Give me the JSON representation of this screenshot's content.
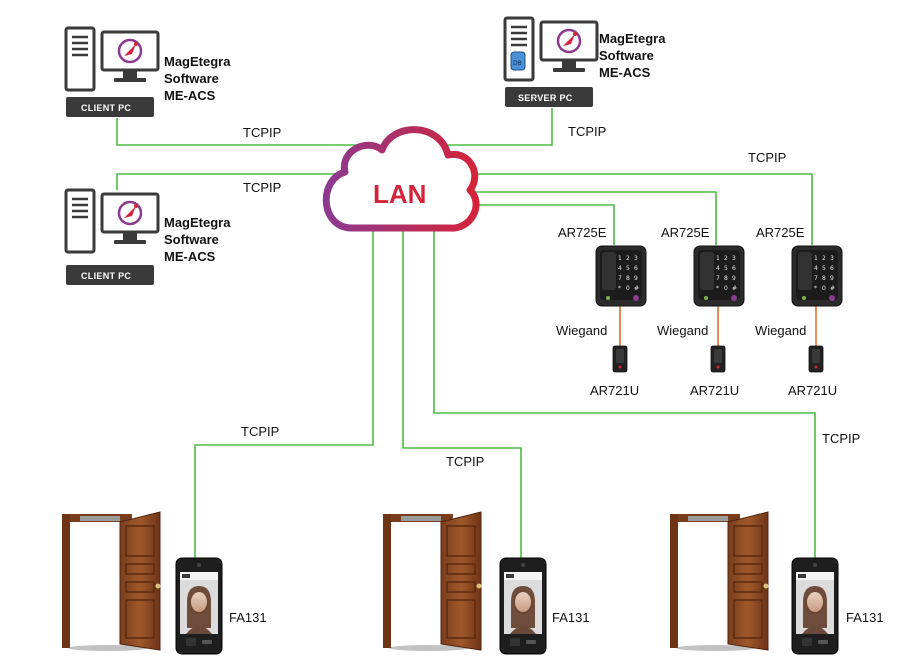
{
  "network": {
    "hub_label": "LAN",
    "link_label": "TCPIP",
    "colors": {
      "tcpip_link": "#4cbb47",
      "wiegand_link": "#e8702a",
      "lan_cloud_gradient": [
        "#8b3a8f",
        "#d4233a"
      ]
    }
  },
  "computers": [
    {
      "badge": "CLIENT PC",
      "software": [
        "MagEtegra",
        "Software",
        "ME-ACS"
      ],
      "icon": "desktop-computer-icon"
    },
    {
      "badge": "SERVER PC",
      "software": [
        "MagEtegra",
        "Software",
        "ME-ACS"
      ],
      "icon": "server-computer-icon",
      "db_label": "DB"
    },
    {
      "badge": "CLIENT PC",
      "software": [
        "MagEtegra",
        "Software",
        "ME-ACS"
      ],
      "icon": "desktop-computer-icon"
    }
  ],
  "controllers": [
    {
      "model": "AR725E",
      "link": "Wiegand",
      "reader": "AR721U"
    },
    {
      "model": "AR725E",
      "link": "Wiegand",
      "reader": "AR721U"
    },
    {
      "model": "AR725E",
      "link": "Wiegand",
      "reader": "AR721U"
    }
  ],
  "keypad_keys": [
    "1",
    "2",
    "3",
    "4",
    "5",
    "6",
    "7",
    "8",
    "9",
    "*",
    "0",
    "#"
  ],
  "terminals": [
    {
      "model": "FA131",
      "icon": "door-icon"
    },
    {
      "model": "FA131",
      "icon": "door-icon"
    },
    {
      "model": "FA131",
      "icon": "door-icon"
    }
  ]
}
